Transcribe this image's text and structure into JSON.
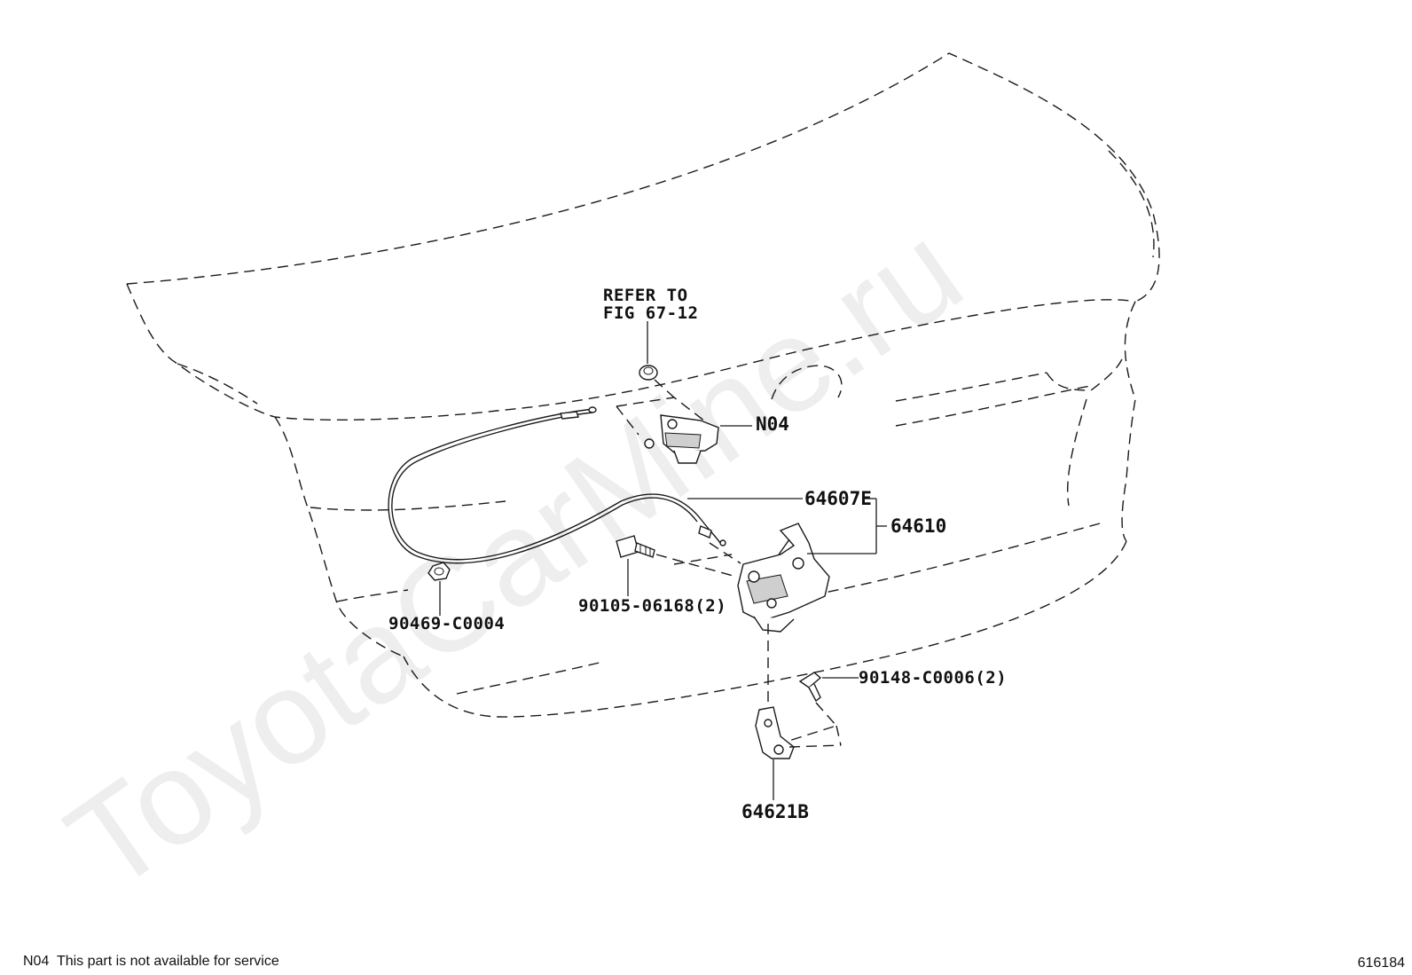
{
  "watermark": "ToyotaCarMine.ru",
  "callouts": {
    "refer_line1": "REFER TO",
    "refer_line2": "FIG 67-12",
    "n04": "N04",
    "p64607e": "64607E",
    "p64610": "64610",
    "p90105": "90105-06168(2)",
    "p90469": "90469-C0004",
    "p90148": "90148-C0006(2)",
    "p64621b": "64621B"
  },
  "footer": {
    "note": "N04  This part is not available for service",
    "illustration_number": "616184"
  },
  "colors": {
    "line": "#1a1a1a",
    "watermark": "#eeeeee",
    "background": "#ffffff"
  }
}
